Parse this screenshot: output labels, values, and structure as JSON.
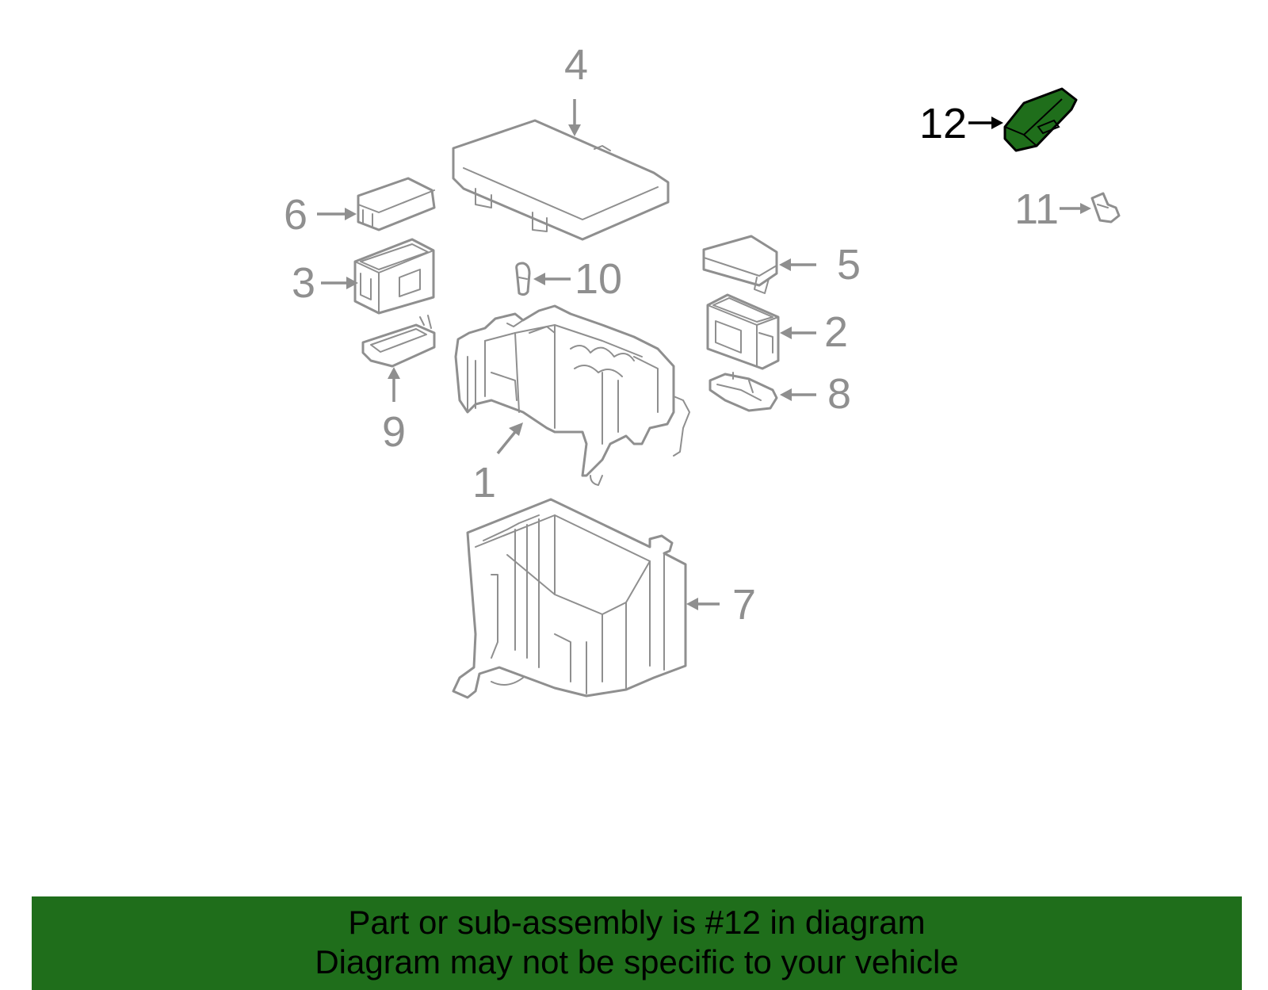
{
  "diagram": {
    "labels": {
      "n1": "1",
      "n2": "2",
      "n3": "3",
      "n4": "4",
      "n5": "5",
      "n6": "6",
      "n7": "7",
      "n8": "8",
      "n9": "9",
      "n10": "10",
      "n11": "11",
      "n12": "12"
    },
    "highlighted_part": "12",
    "highlight_color": "#1f6e1b",
    "line_color": "#8f8f8f"
  },
  "banner": {
    "line1": "Part or sub-assembly is #12 in diagram",
    "line2": "Diagram may not be specific to your vehicle",
    "background": "#1f6e1b"
  }
}
